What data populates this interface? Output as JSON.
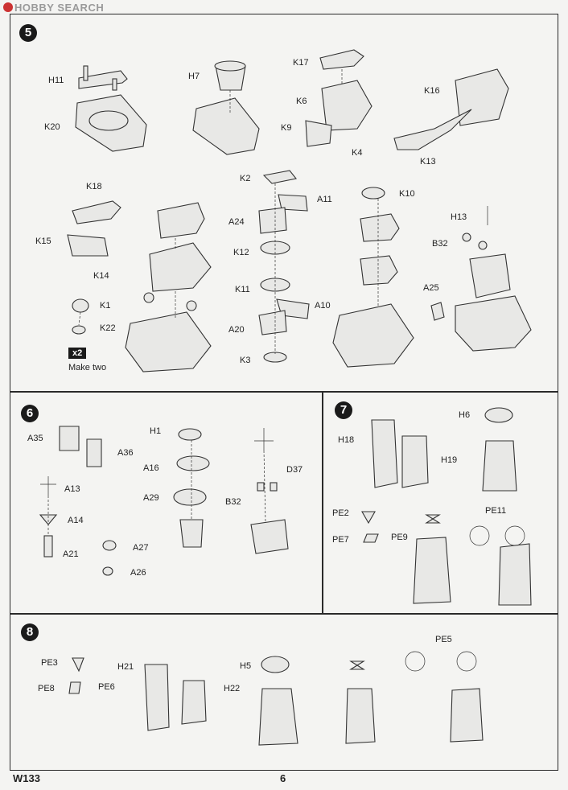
{
  "watermark": "HOBBY SEARCH",
  "steps": [
    "5",
    "6",
    "7",
    "8"
  ],
  "step5": {
    "labels": [
      "H11",
      "K20",
      "H7",
      "K17",
      "K6",
      "K9",
      "K4",
      "K16",
      "K13",
      "K18",
      "K15",
      "K14",
      "K1",
      "K22",
      "K2",
      "A11",
      "A24",
      "K12",
      "K11",
      "A10",
      "A20",
      "K3",
      "K10",
      "H13",
      "B32",
      "A25"
    ],
    "multiplier": "x2",
    "note": "Make two"
  },
  "step6": {
    "labels": [
      "A35",
      "A36",
      "A13",
      "A14",
      "A21",
      "H1",
      "A16",
      "A29",
      "A27",
      "A26",
      "D37",
      "B32"
    ]
  },
  "step7": {
    "labels": [
      "H18",
      "H19",
      "H6",
      "PE2",
      "PE7",
      "PE9",
      "PE11"
    ]
  },
  "step8": {
    "labels": [
      "PE3",
      "PE8",
      "PE6",
      "H21",
      "H22",
      "H5",
      "PE5"
    ]
  },
  "footer": {
    "code": "W133",
    "page": "6"
  }
}
